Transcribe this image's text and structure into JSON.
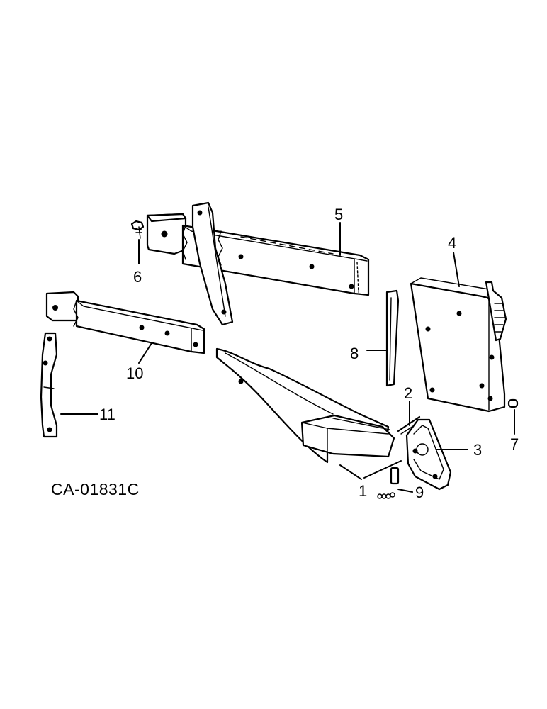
{
  "drawing_code": "CA-01831C",
  "callouts": {
    "c1": "1",
    "c2": "2",
    "c3": "3",
    "c4": "4",
    "c5": "5",
    "c6": "6",
    "c7": "7",
    "c8": "8",
    "c9": "9",
    "c10": "10",
    "c11": "11"
  }
}
